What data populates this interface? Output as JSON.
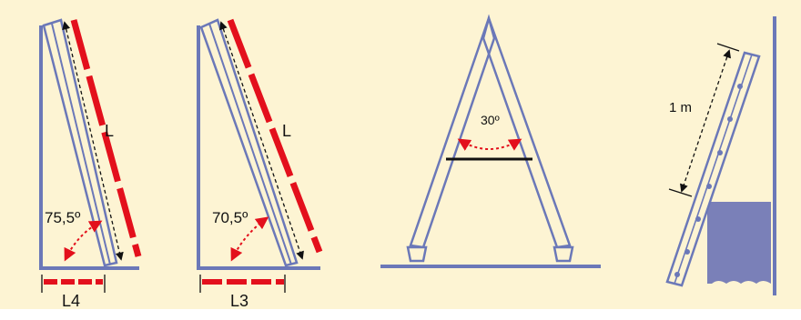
{
  "colors": {
    "background": "#fdf4d3",
    "outer_background": "#ffffff",
    "structure_blue": "#6b78b8",
    "measure_red": "#e3101c",
    "black": "#111111",
    "box_fill": "#7a80b8"
  },
  "figure1": {
    "length_label": "L",
    "angle_label": "75,5º",
    "base_label": "L4"
  },
  "figure2": {
    "length_label": "L",
    "angle_label": "70,5º",
    "base_label": "L3"
  },
  "figure3": {
    "angle_label": "30º"
  },
  "figure4": {
    "distance_label": "1 m"
  }
}
